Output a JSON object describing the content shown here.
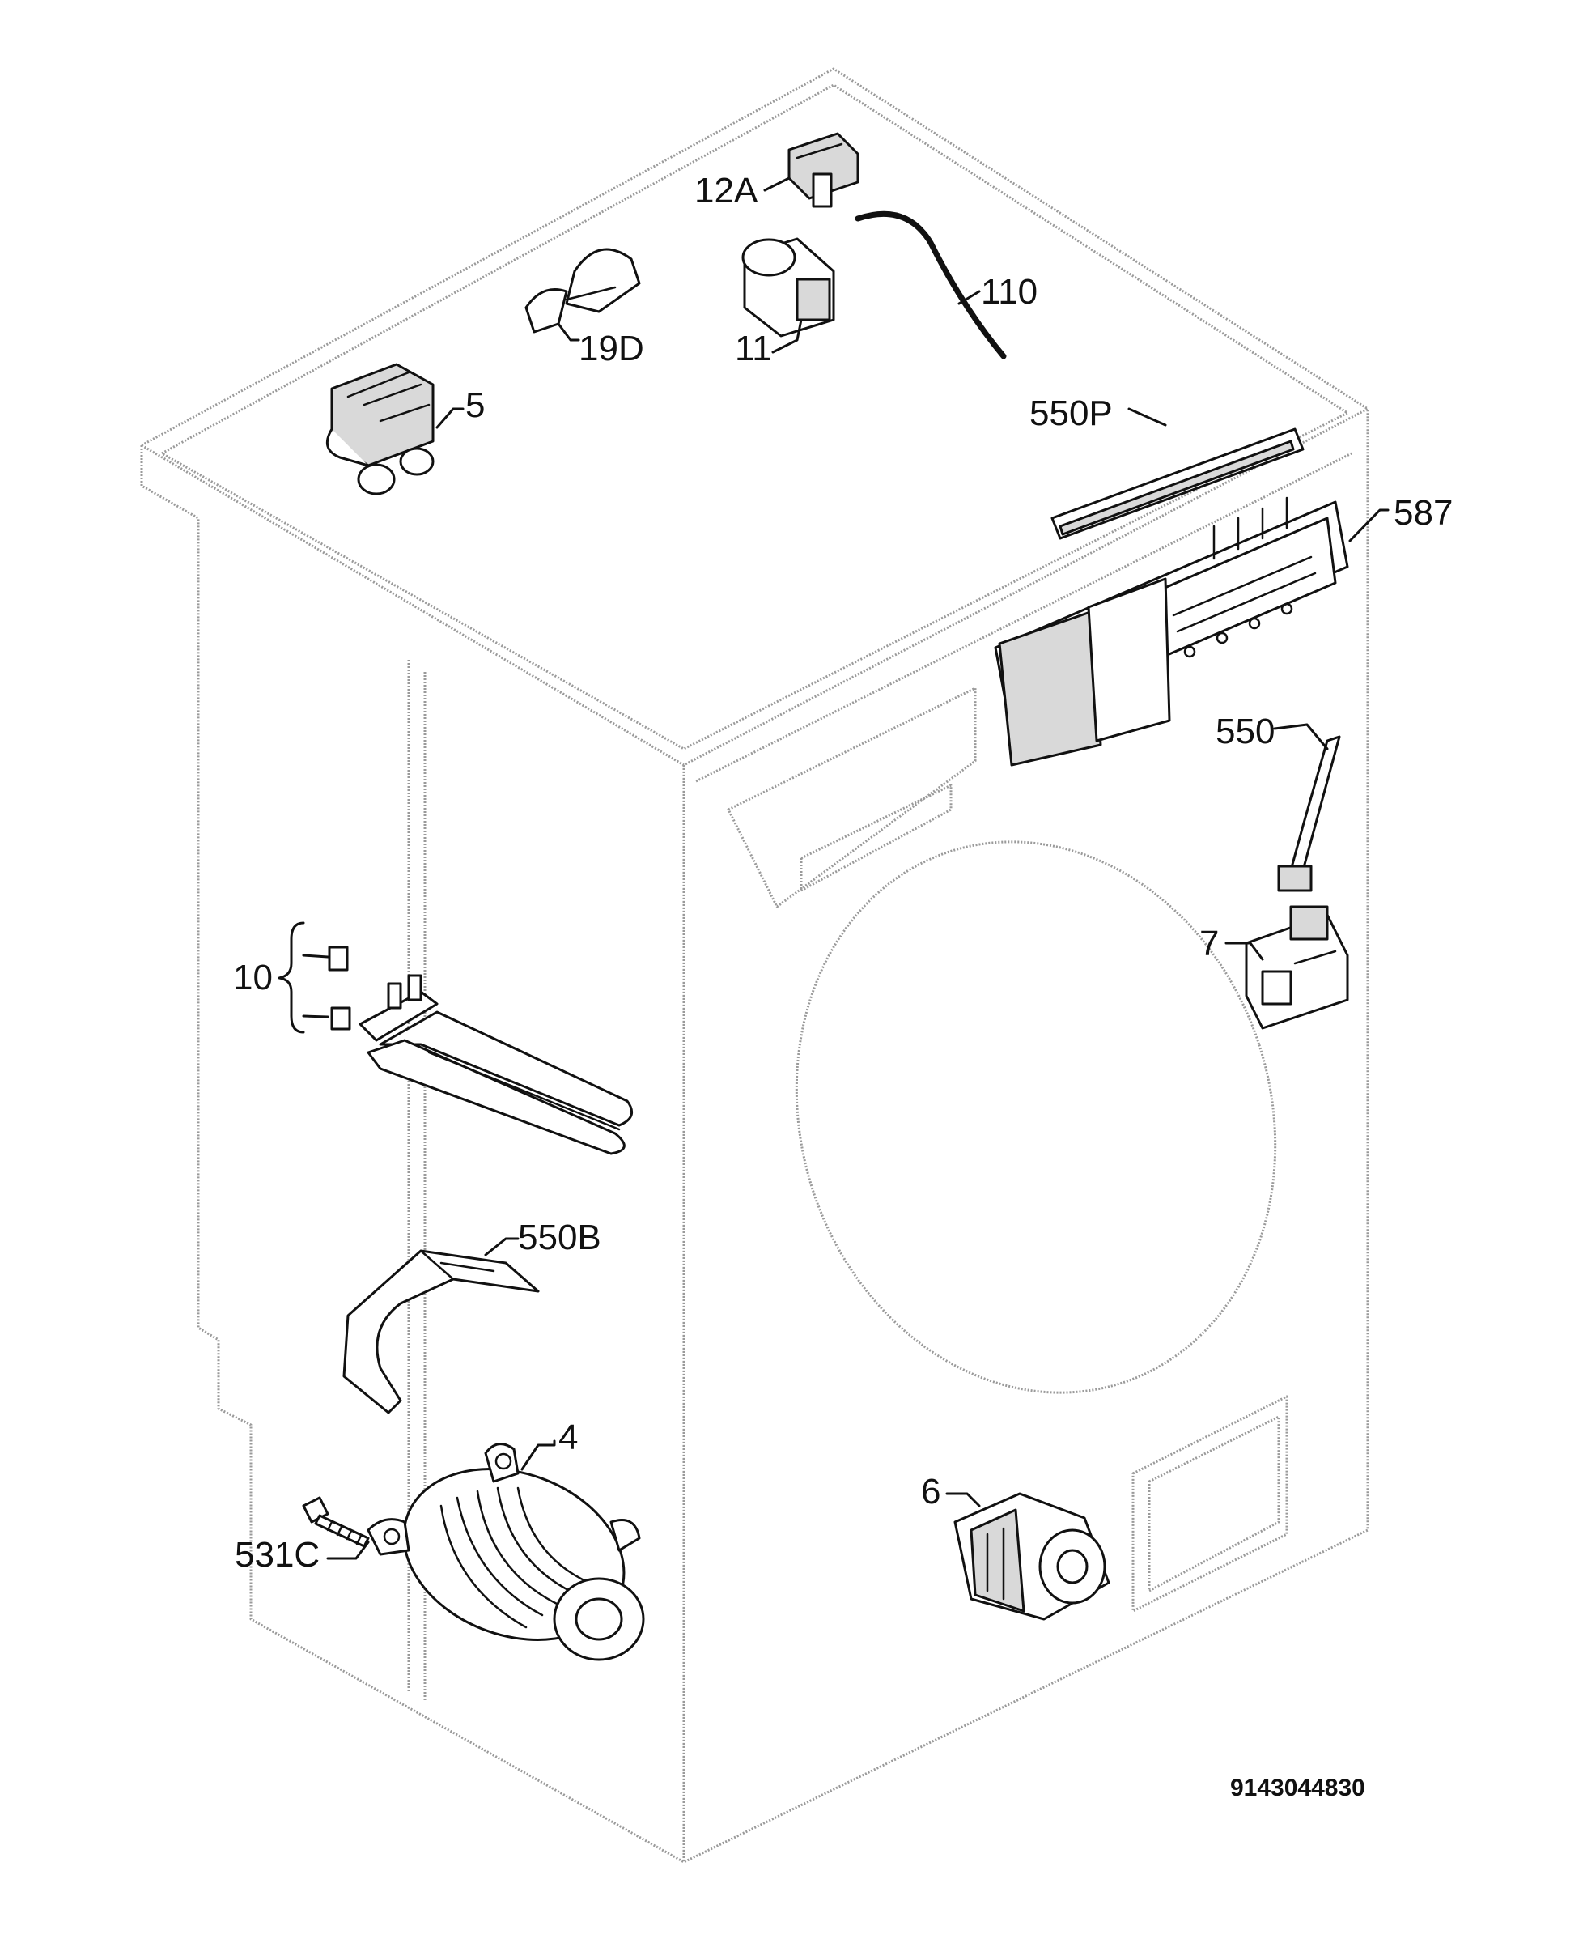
{
  "diagram": {
    "type": "exploded-parts-view",
    "document_number": "9143044830",
    "parts": [
      {
        "ref": "12A"
      },
      {
        "ref": "110"
      },
      {
        "ref": "19D"
      },
      {
        "ref": "11"
      },
      {
        "ref": "5"
      },
      {
        "ref": "550P"
      },
      {
        "ref": "587"
      },
      {
        "ref": "550"
      },
      {
        "ref": "7"
      },
      {
        "ref": "10"
      },
      {
        "ref": "550B"
      },
      {
        "ref": "4"
      },
      {
        "ref": "531C"
      },
      {
        "ref": "6"
      }
    ]
  }
}
